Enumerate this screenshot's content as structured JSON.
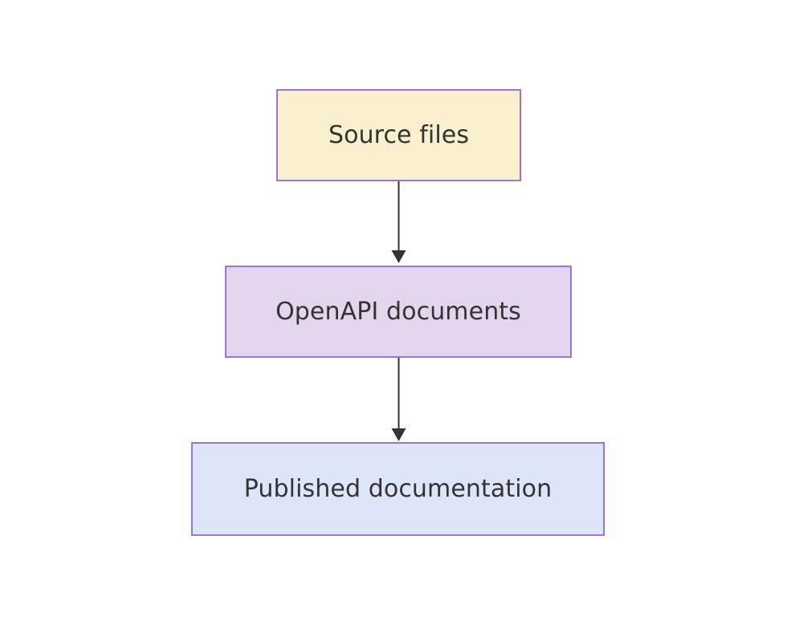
{
  "diagram": {
    "type": "flowchart",
    "direction": "top-to-bottom",
    "background_color": "#ffffff",
    "nodes": [
      {
        "id": "source-files",
        "label": "Source files",
        "shape": "rectangle",
        "fill_color": "#fbf0ce",
        "border_color": "#9575de",
        "text_color": "#333333"
      },
      {
        "id": "openapi-documents",
        "label": "OpenAPI documents",
        "shape": "rectangle",
        "fill_color": "#e2d5ec",
        "border_color": "#9575de",
        "text_color": "#333333"
      },
      {
        "id": "published-documentation",
        "label": "Published documentation",
        "shape": "rectangle",
        "fill_color": "#dce6f8",
        "border_color": "#9575de",
        "text_color": "#333333"
      }
    ],
    "edges": [
      {
        "id": "edge-source-to-openapi",
        "from": "source-files",
        "to": "openapi-documents",
        "label": "",
        "style": "solid",
        "arrow": "single",
        "color": "#333333"
      },
      {
        "id": "edge-openapi-to-published",
        "from": "openapi-documents",
        "to": "published-documentation",
        "label": "",
        "style": "solid",
        "arrow": "single",
        "color": "#333333"
      }
    ]
  }
}
